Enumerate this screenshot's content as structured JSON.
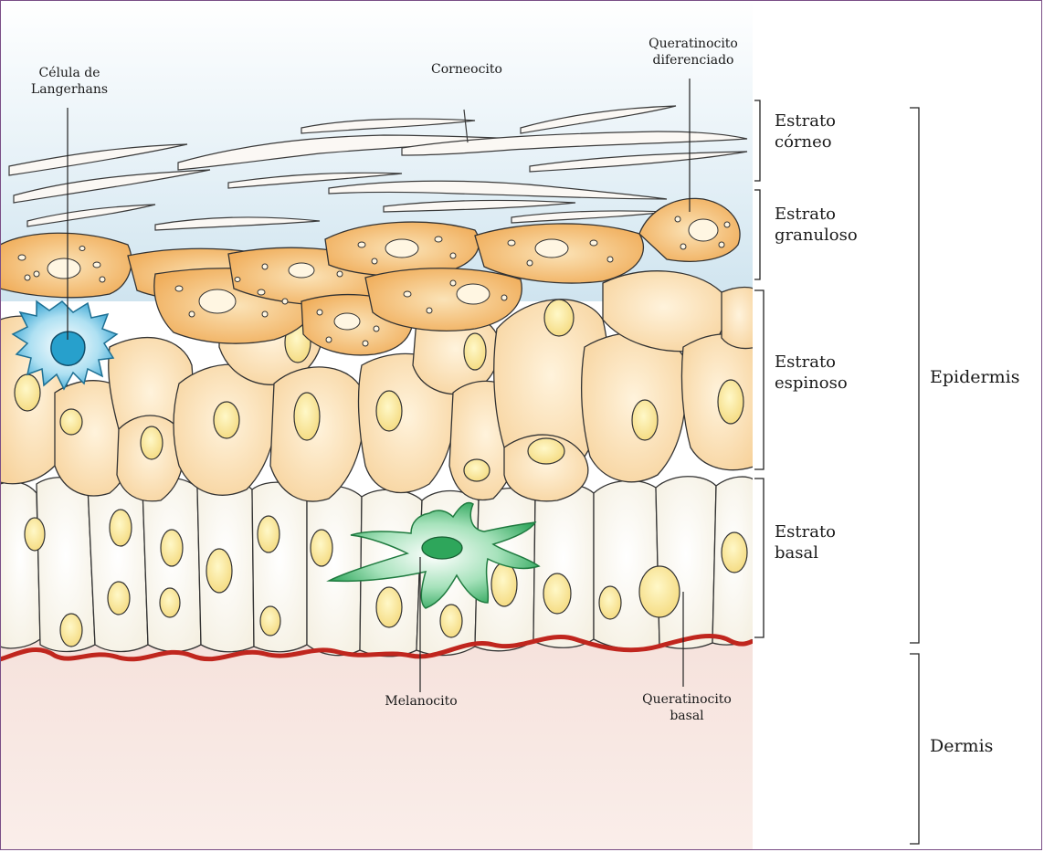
{
  "cell_labels": {
    "langerhans": [
      "Célula de",
      "Langerhans"
    ],
    "corneocito": [
      "Corneocito"
    ],
    "queratinocito_diferenciado": [
      "Queratinocito",
      "diferenciado"
    ],
    "melanocito": [
      "Melanocito"
    ],
    "queratinocito_basal": [
      "Queratinocito",
      "basal"
    ]
  },
  "layer_labels": {
    "corneo": [
      "Estrato",
      "córneo"
    ],
    "granuloso": [
      "Estrato",
      "granuloso"
    ],
    "espinoso": [
      "Estrato",
      "espinoso"
    ],
    "basal": [
      "Estrato",
      "basal"
    ]
  },
  "region_labels": {
    "epidermis": "Epidermis",
    "dermis": "Dermis"
  },
  "colors": {
    "corneum_bg": "#dcecf4",
    "granular_cell": "#f2b86a",
    "spinous_cell": "#fbe2bb",
    "basal_cell": "#fdfcf4",
    "nucleus": "#fbeeaa",
    "basement_membrane": "#c0261e",
    "dermis_bg": "#f7e6e1",
    "langerhans": "#55b8dc",
    "melanocyte": "#3fb36a",
    "frame": "#7a4e86"
  }
}
